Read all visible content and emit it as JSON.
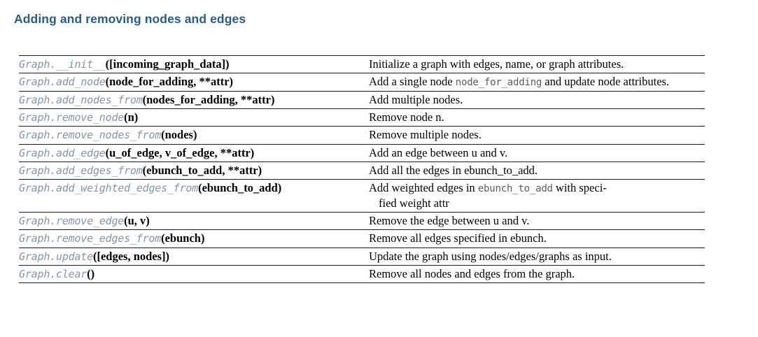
{
  "page": {
    "title": "Adding and removing nodes and edges",
    "title_color": "#2a5d86",
    "code_color": "#8496a6",
    "literal_color": "#5c5c5c",
    "rule_color": "#1a1a1a",
    "background": "#ffffff"
  },
  "table": {
    "type": "table",
    "columns": [
      "signature",
      "description"
    ],
    "rows": [
      {
        "name": "Graph.__init__",
        "args": "([incoming_graph_data])",
        "desc_pre": "Initialize a graph with edges, name, or graph attributes.",
        "desc_code": "",
        "desc_post": "",
        "justify": false
      },
      {
        "name": "Graph.add_node",
        "args": "(node_for_adding, **attr)",
        "desc_pre": "Add a single node ",
        "desc_code": "node_for_adding",
        "desc_post": " and update node attributes.",
        "justify": true
      },
      {
        "name": "Graph.add_nodes_from",
        "args": "(nodes_for_adding, **attr)",
        "desc_pre": "Add multiple nodes.",
        "desc_code": "",
        "desc_post": "",
        "justify": false
      },
      {
        "name": "Graph.remove_node",
        "args": "(n)",
        "desc_pre": "Remove node n.",
        "desc_code": "",
        "desc_post": "",
        "justify": false
      },
      {
        "name": "Graph.remove_nodes_from",
        "args": "(nodes)",
        "desc_pre": "Remove multiple nodes.",
        "desc_code": "",
        "desc_post": "",
        "justify": false
      },
      {
        "name": "Graph.add_edge",
        "args": "(u_of_edge, v_of_edge, **attr)",
        "desc_pre": "Add an edge between u and v.",
        "desc_code": "",
        "desc_post": "",
        "justify": false
      },
      {
        "name": "Graph.add_edges_from",
        "args": "(ebunch_to_add, **attr)",
        "desc_pre": "Add all the edges in ebunch_to_add.",
        "desc_code": "",
        "desc_post": "",
        "justify": false
      },
      {
        "name": "Graph.add_weighted_edges_from",
        "args": "(ebunch_to_add)",
        "desc_pre": "Add weighted edges in ",
        "desc_code": "ebunch_to_add",
        "desc_post": " with speci-",
        "desc_line2": "fied weight attr",
        "justify": false,
        "overflow": true
      },
      {
        "name": "Graph.remove_edge",
        "args": "(u, v)",
        "desc_pre": "Remove the edge between u and v.",
        "desc_code": "",
        "desc_post": "",
        "justify": false
      },
      {
        "name": "Graph.remove_edges_from",
        "args": "(ebunch)",
        "desc_pre": "Remove all edges specified in ebunch.",
        "desc_code": "",
        "desc_post": "",
        "justify": false
      },
      {
        "name": "Graph.update",
        "args": "([edges, nodes])",
        "desc_pre": "Update the graph using nodes/edges/graphs as input.",
        "desc_code": "",
        "desc_post": "",
        "justify": false
      },
      {
        "name": "Graph.clear",
        "args": "()",
        "desc_pre": "Remove all nodes and edges from the graph.",
        "desc_code": "",
        "desc_post": "",
        "justify": false
      }
    ]
  }
}
